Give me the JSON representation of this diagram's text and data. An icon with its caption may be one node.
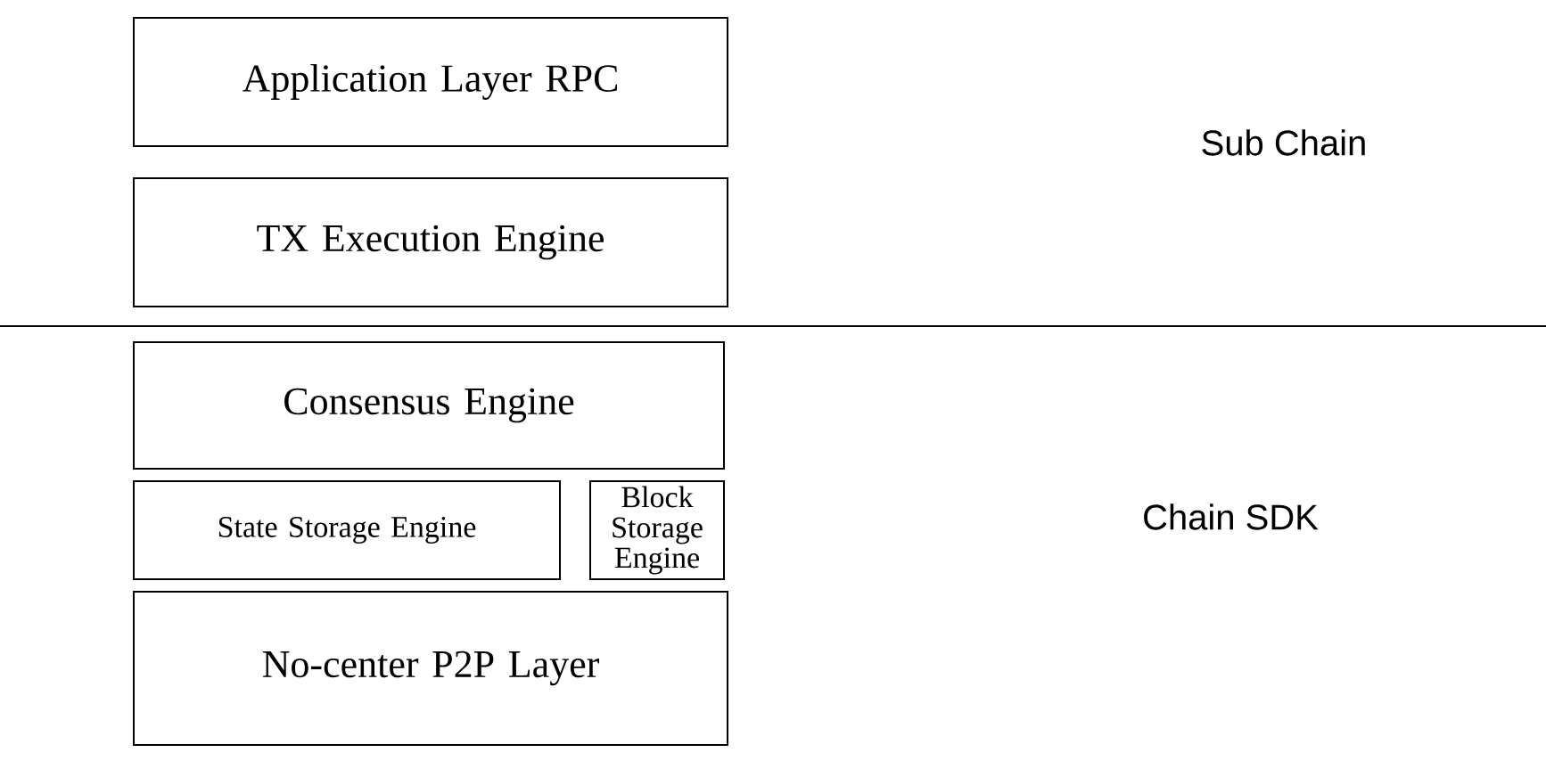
{
  "diagram": {
    "nodes": [
      {
        "text": [
          "Application Layer RPC"
        ]
      },
      {
        "text": [
          "TX Execution Engine"
        ]
      },
      {
        "text": [
          "Consensus Engine"
        ]
      },
      {
        "text": [
          "State Storage Engine"
        ]
      },
      {
        "text": [
          "Block Storage Engine"
        ]
      },
      {
        "text": [
          "No-center P2P Layer"
        ]
      }
    ],
    "labels": [
      "Sub Chain",
      "Chain SDK"
    ]
  }
}
